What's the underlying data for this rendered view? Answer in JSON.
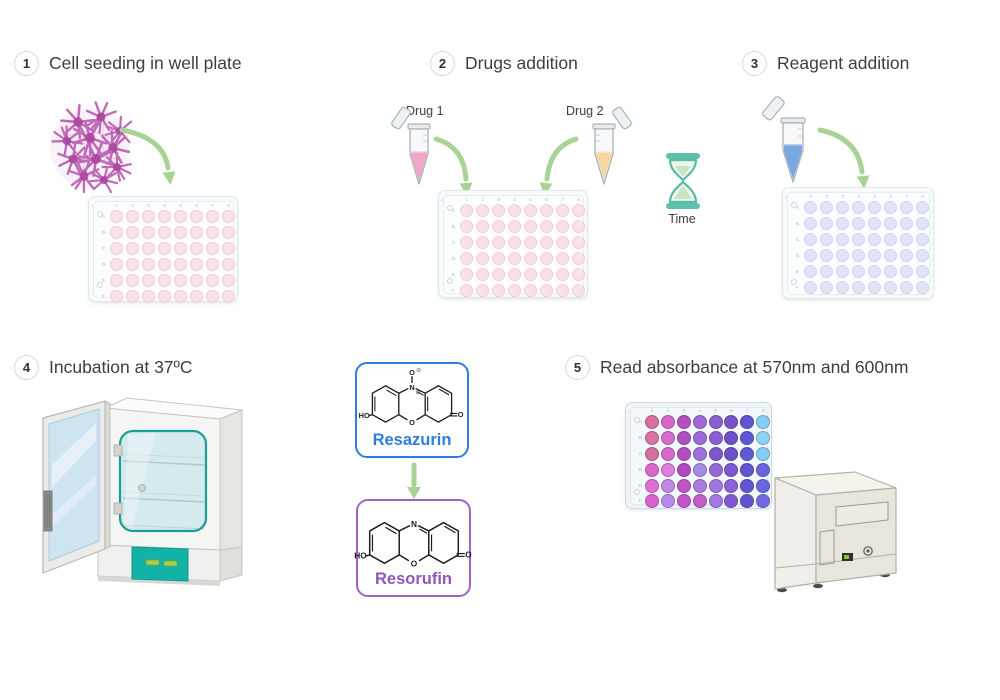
{
  "palette": {
    "text": "#3e3e3e",
    "step_circle_border": "#cfdedb",
    "arrow_green": "#a9d295",
    "teal": "#5fc0a9",
    "resazurin_blue": "#2e7ce0",
    "resorufin_purple": "#8f56bd"
  },
  "steps": [
    {
      "number": "1",
      "label": "Cell seeding in well plate"
    },
    {
      "number": "2",
      "label": "Drugs addition"
    },
    {
      "number": "3",
      "label": "Reagent addition"
    },
    {
      "number": "4",
      "label": "Incubation at 37ºC"
    },
    {
      "number": "5",
      "label": "Read absorbance at 570nm and 600nm"
    }
  ],
  "labels": {
    "drug1": "Drug 1",
    "drug2": "Drug 2",
    "time": "Time"
  },
  "molecules": {
    "resazurin": {
      "label": "Resazurin",
      "atoms": {
        "ho": "HO",
        "n": "N",
        "o_ring": "O",
        "o_right": "O",
        "o_top": "O",
        "charge_minus": "⊖",
        "charge_plus": "⊕"
      }
    },
    "resorufin": {
      "label": "Resorufin",
      "atoms": {
        "ho": "HO",
        "n": "N",
        "o_ring": "O",
        "o_right": "O"
      }
    }
  },
  "plate_labels": {
    "columns": [
      "1",
      "2",
      "3",
      "4",
      "5",
      "6",
      "7",
      "8"
    ],
    "rows": [
      "A",
      "B",
      "C",
      "D",
      "E",
      "F"
    ]
  },
  "plates": {
    "seeding": {
      "well_fill": "#fbe2e7",
      "well_border": "#f3cbd4"
    },
    "drugs": {
      "well_fill": "#fbe2e7",
      "well_border": "#f3cbd4"
    },
    "reagent": {
      "well_fill": "#dfe4f6",
      "well_border": "#ccd4ee"
    },
    "result": {
      "well_border": "rgba(40,30,80,0.25)",
      "well_colors": [
        [
          "#d9709f",
          "#d765c8",
          "#b44fbc",
          "#9d6bd8",
          "#8a5ecf",
          "#7952c8",
          "#5f55cd",
          "#85cdf2"
        ],
        [
          "#da73a0",
          "#d66cca",
          "#ad4fc0",
          "#9a6ad8",
          "#8a5dd2",
          "#6e4fc5",
          "#5a57d0",
          "#8ed2f2"
        ],
        [
          "#d36f9c",
          "#d868c9",
          "#b050be",
          "#9d70da",
          "#7d56c8",
          "#6b51c8",
          "#6059d2",
          "#83cdf4"
        ],
        [
          "#dc66cb",
          "#df7edc",
          "#b049c0",
          "#a48be5",
          "#9469d6",
          "#7c57ce",
          "#5e55cf",
          "#6a65dd"
        ],
        [
          "#dd70d0",
          "#c387e8",
          "#c055c4",
          "#a77ee0",
          "#9f76de",
          "#8a62d4",
          "#6256d0",
          "#6a67e0"
        ],
        [
          "#d862c9",
          "#b88ae8",
          "#c155c8",
          "#c25ec9",
          "#a478e2",
          "#8257cf",
          "#6054ce",
          "#7268e2"
        ]
      ]
    }
  }
}
